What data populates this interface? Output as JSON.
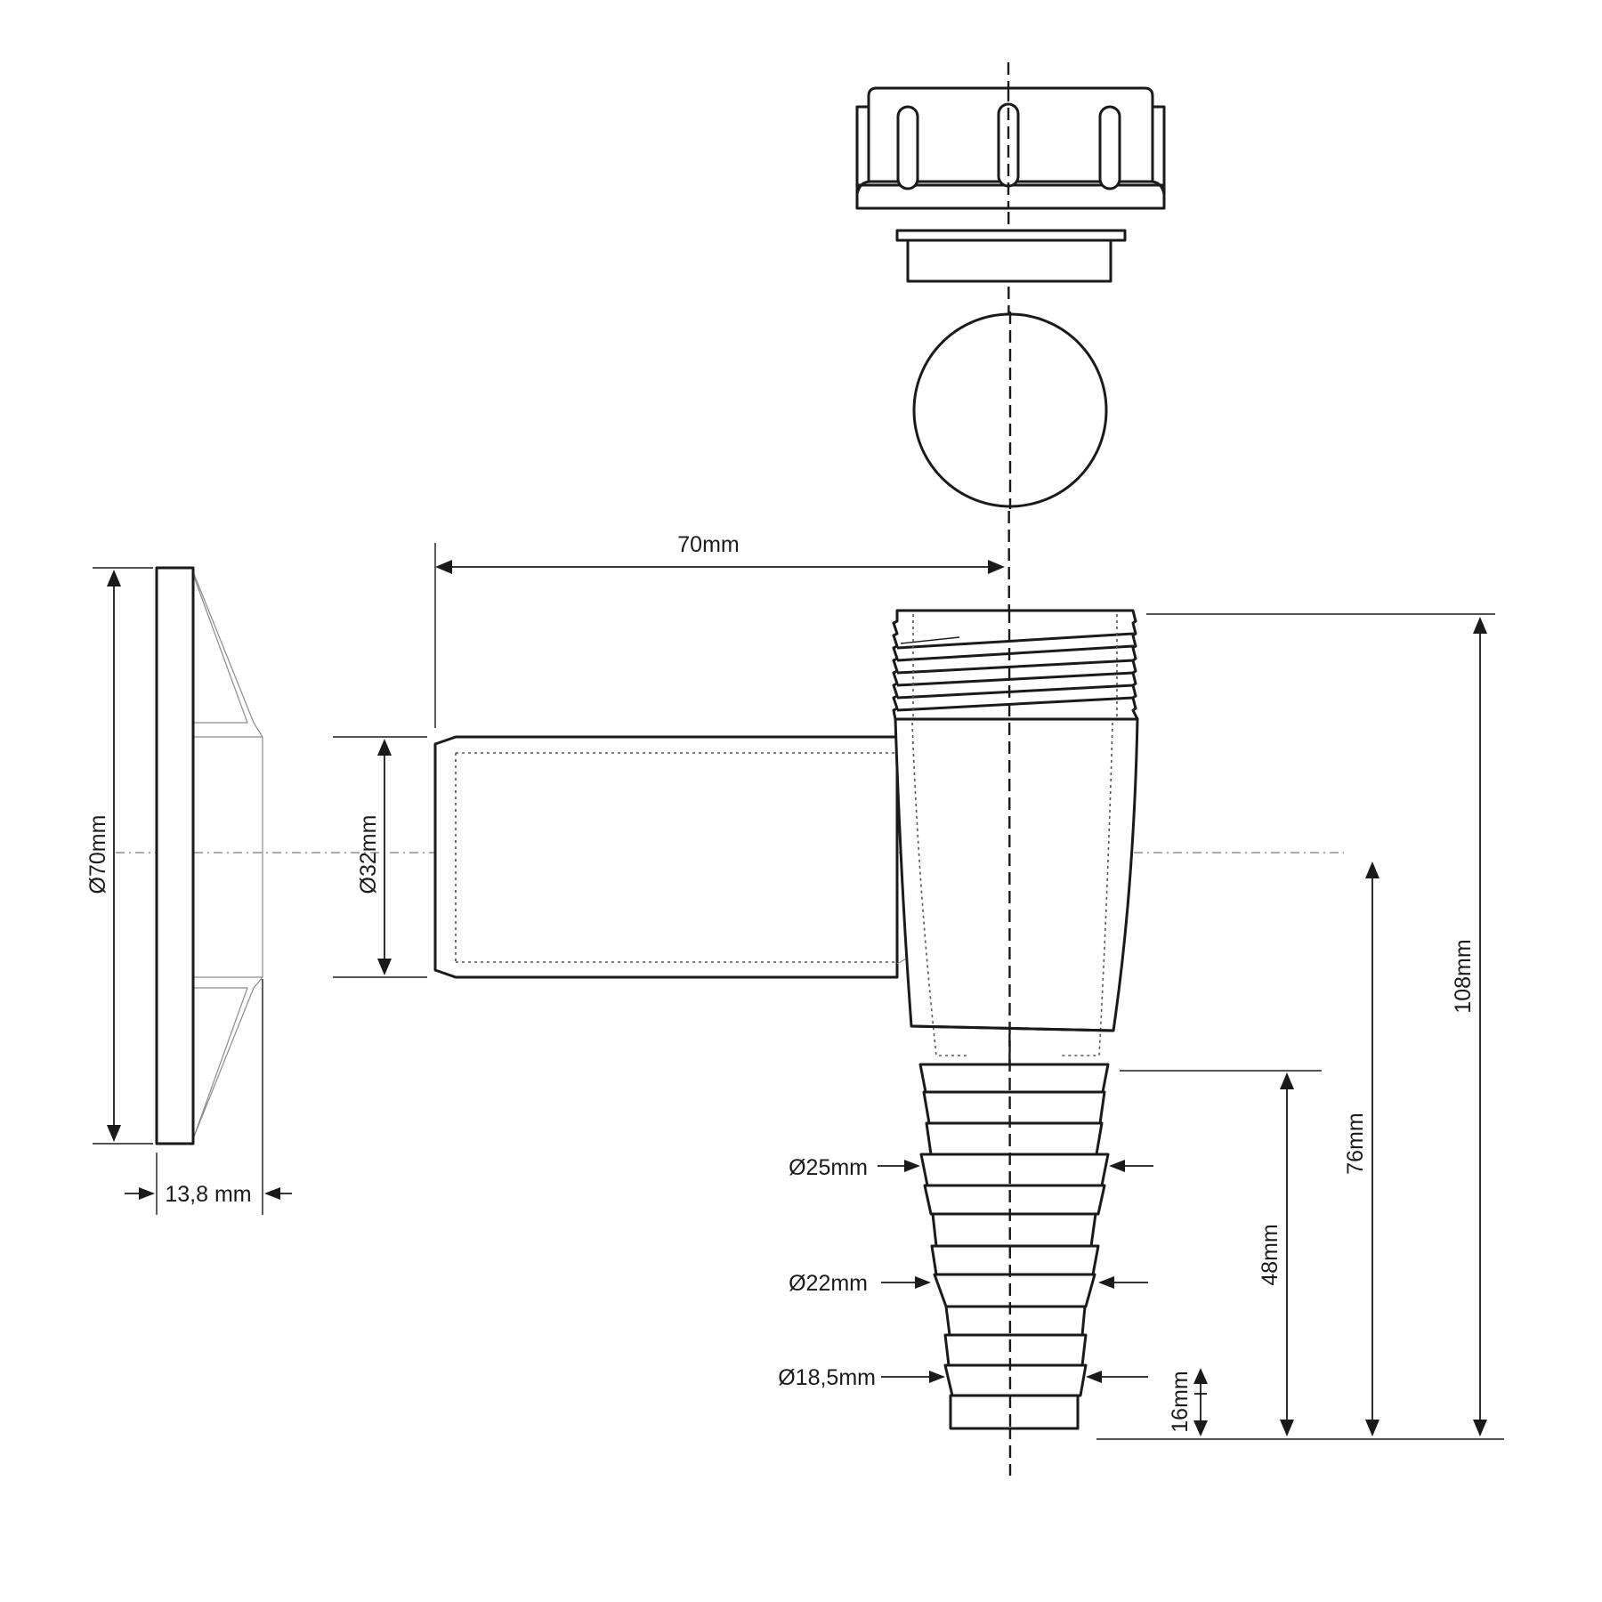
{
  "dimensions": {
    "pipe_length": "70mm",
    "flange_diameter": "Ø70mm",
    "flange_thickness": "13,8 mm",
    "pipe_diameter": "Ø32mm",
    "spigot_d25": "Ø25mm",
    "spigot_d22": "Ø22mm",
    "spigot_d185": "Ø18,5mm",
    "height_total": "108mm",
    "height_axis": "76mm",
    "height_spigot": "48mm",
    "height_tip": "16mm"
  },
  "colors": {
    "line": "#1a1a1a",
    "background": "#ffffff"
  }
}
